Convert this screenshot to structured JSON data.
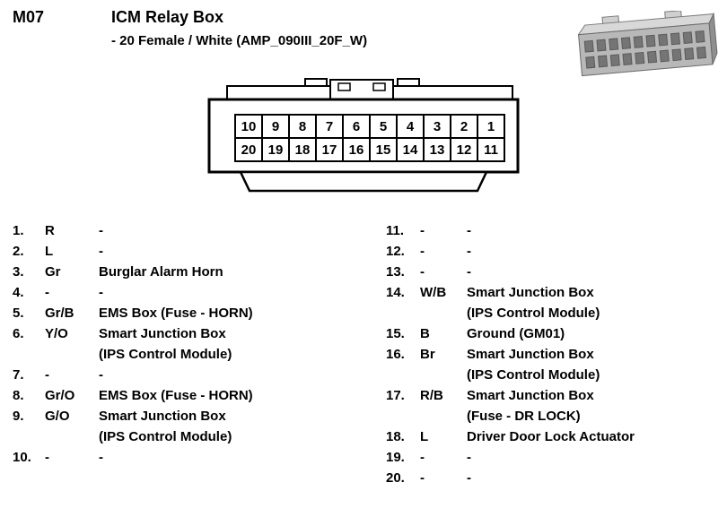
{
  "header": {
    "code": "M07",
    "title": "ICM Relay Box",
    "subtitle": "- 20 Female / White (AMP_090III_20F_W)"
  },
  "connector_diagram": {
    "rows": [
      [
        "10",
        "9",
        "8",
        "7",
        "6",
        "5",
        "4",
        "3",
        "2",
        "1"
      ],
      [
        "20",
        "19",
        "18",
        "17",
        "16",
        "15",
        "14",
        "13",
        "12",
        "11"
      ]
    ]
  },
  "pin_list": {
    "left": [
      {
        "num": "1.",
        "wire": "R",
        "desc": [
          "-"
        ]
      },
      {
        "num": "2.",
        "wire": "L",
        "desc": [
          "-"
        ]
      },
      {
        "num": "3.",
        "wire": "Gr",
        "desc": [
          "Burglar Alarm Horn"
        ]
      },
      {
        "num": "4.",
        "wire": "-",
        "desc": [
          "-"
        ]
      },
      {
        "num": "5.",
        "wire": "Gr/B",
        "desc": [
          "EMS Box (Fuse - HORN)"
        ]
      },
      {
        "num": "6.",
        "wire": "Y/O",
        "desc": [
          "Smart Junction Box",
          "(IPS Control Module)"
        ]
      },
      {
        "num": "7.",
        "wire": "-",
        "desc": [
          "-"
        ]
      },
      {
        "num": "8.",
        "wire": "Gr/O",
        "desc": [
          "EMS Box (Fuse - HORN)"
        ]
      },
      {
        "num": "9.",
        "wire": "G/O",
        "desc": [
          "Smart Junction Box",
          "(IPS Control Module)"
        ]
      },
      {
        "num": "10.",
        "wire": "-",
        "desc": [
          "-"
        ]
      }
    ],
    "right": [
      {
        "num": "11.",
        "wire": "-",
        "desc": [
          "-"
        ]
      },
      {
        "num": "12.",
        "wire": "-",
        "desc": [
          "-"
        ]
      },
      {
        "num": "13.",
        "wire": "-",
        "desc": [
          "-"
        ]
      },
      {
        "num": "14.",
        "wire": "W/B",
        "desc": [
          "Smart Junction Box",
          "(IPS Control Module)"
        ]
      },
      {
        "num": "15.",
        "wire": "B",
        "desc": [
          "Ground (GM01)"
        ]
      },
      {
        "num": "16.",
        "wire": "Br",
        "desc": [
          "Smart Junction Box",
          "(IPS Control Module)"
        ]
      },
      {
        "num": "17.",
        "wire": "R/B",
        "desc": [
          "Smart Junction Box",
          "(Fuse - DR LOCK)"
        ]
      },
      {
        "num": "18.",
        "wire": "L",
        "desc": [
          "Driver Door Lock Actuator"
        ]
      },
      {
        "num": "19.",
        "wire": "-",
        "desc": [
          "-"
        ]
      },
      {
        "num": "20.",
        "wire": "-",
        "desc": [
          "-"
        ]
      }
    ]
  }
}
